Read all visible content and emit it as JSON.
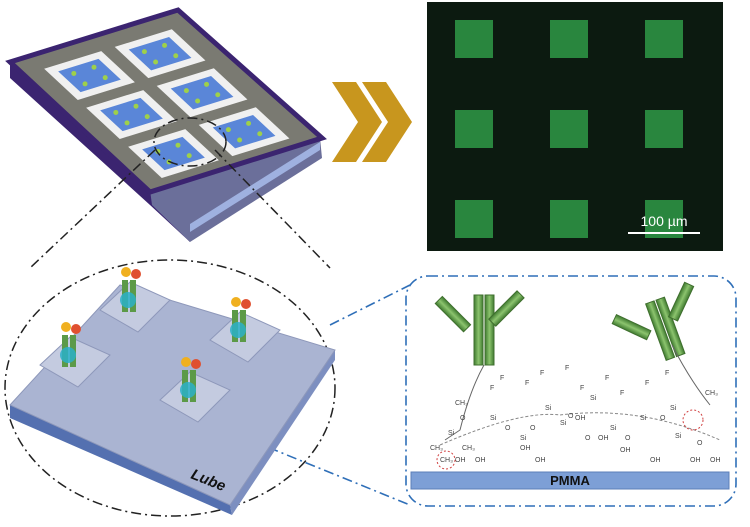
{
  "micrograph": {
    "scale_bar_label": "100 µm",
    "grid_rows": 3,
    "grid_cols": 3
  },
  "zoom_plate": {
    "label": "Lube"
  },
  "chemistry": {
    "substrate_label": "PMMA",
    "atom_labels": [
      "Si",
      "Si",
      "Si",
      "Si",
      "Si",
      "Si",
      "Si",
      "Si",
      "Si",
      "Si",
      "OH",
      "OH",
      "OH",
      "OH",
      "OH",
      "OH",
      "OH",
      "OH",
      "OH",
      "OH",
      "O",
      "O",
      "O",
      "O",
      "O",
      "O",
      "O",
      "O",
      "F",
      "F",
      "F",
      "F",
      "F",
      "F",
      "F",
      "F",
      "F",
      "F",
      "CH₃",
      "CH₃",
      "CH₃",
      "CH₃",
      "CH₃"
    ]
  },
  "colors": {
    "tray_frame": "#4a2d86",
    "tray_top": "#7a7a72",
    "well_blue": "#5a86d8",
    "chevron": "#c8961e",
    "micro_bg": "#0c1a10",
    "micro_green": "#2f9a46",
    "plate": "#aab4d2",
    "pmma": "#7d9fd6",
    "antibody": "#5c9a48",
    "dash_blue": "#2f6fb8"
  }
}
